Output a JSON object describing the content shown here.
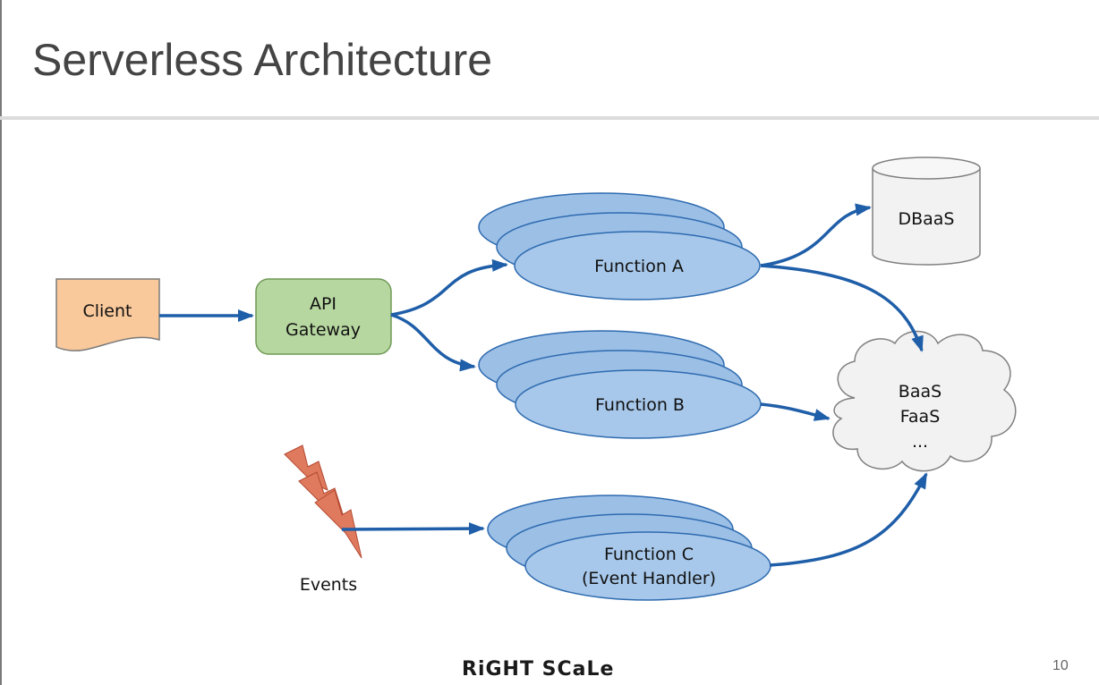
{
  "slide": {
    "title": "Serverless Architecture",
    "page_number": "10",
    "brand": "RiGHT SCaLe"
  },
  "diagram": {
    "client": "Client",
    "api_gateway_line1": "API",
    "api_gateway_line2": "Gateway",
    "function_a": "Function A",
    "function_b": "Function B",
    "function_c_line1": "Function C",
    "function_c_line2": "(Event Handler)",
    "dbaas": "DBaaS",
    "cloud_line1": "BaaS",
    "cloud_line2": "FaaS",
    "cloud_line3": "...",
    "events": "Events"
  },
  "colors": {
    "client_fill": "#f9c89b",
    "gateway_fill": "#b7d7a0",
    "function_fill": "#a7c8ea",
    "arrow": "#1f5ea8",
    "events_bolt": "#e07a5f",
    "cloud_fill": "#f2f2f2",
    "db_fill": "#f2f2f2"
  },
  "icons": [
    "lightning-bolt-icon",
    "database-cylinder-icon",
    "cloud-icon"
  ]
}
